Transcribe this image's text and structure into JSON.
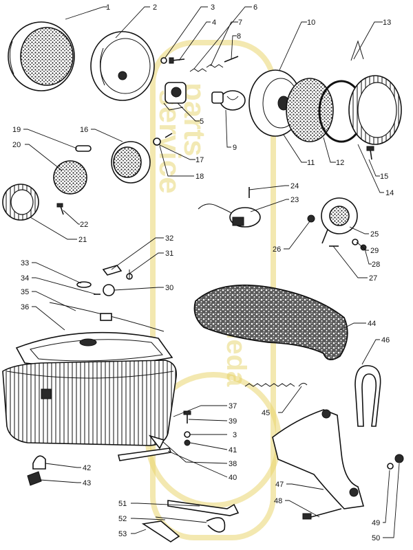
{
  "watermark": {
    "line1": "parts",
    "line2": "service",
    "line3": "Scheda"
  },
  "callouts": [
    {
      "id": "1",
      "label": "1"
    },
    {
      "id": "2",
      "label": "2"
    },
    {
      "id": "3a",
      "label": "3"
    },
    {
      "id": "4",
      "label": "4"
    },
    {
      "id": "5",
      "label": "5"
    },
    {
      "id": "6",
      "label": "6"
    },
    {
      "id": "7",
      "label": "7"
    },
    {
      "id": "8",
      "label": "8"
    },
    {
      "id": "9",
      "label": "9"
    },
    {
      "id": "10",
      "label": "10"
    },
    {
      "id": "11",
      "label": "11"
    },
    {
      "id": "12",
      "label": "12"
    },
    {
      "id": "13",
      "label": "13"
    },
    {
      "id": "14",
      "label": "14"
    },
    {
      "id": "15",
      "label": "15"
    },
    {
      "id": "16",
      "label": "16"
    },
    {
      "id": "17",
      "label": "17"
    },
    {
      "id": "18",
      "label": "18"
    },
    {
      "id": "19",
      "label": "19"
    },
    {
      "id": "20",
      "label": "20"
    },
    {
      "id": "21",
      "label": "21"
    },
    {
      "id": "22",
      "label": "22"
    },
    {
      "id": "23",
      "label": "23"
    },
    {
      "id": "24",
      "label": "24"
    },
    {
      "id": "25",
      "label": "25"
    },
    {
      "id": "26",
      "label": "26"
    },
    {
      "id": "27",
      "label": "27"
    },
    {
      "id": "28",
      "label": "28"
    },
    {
      "id": "29",
      "label": "29"
    },
    {
      "id": "30",
      "label": "30"
    },
    {
      "id": "31",
      "label": "31"
    },
    {
      "id": "32",
      "label": "32"
    },
    {
      "id": "33",
      "label": "33"
    },
    {
      "id": "34",
      "label": "34"
    },
    {
      "id": "35",
      "label": "35"
    },
    {
      "id": "36",
      "label": "36"
    },
    {
      "id": "37",
      "label": "37"
    },
    {
      "id": "38",
      "label": "38"
    },
    {
      "id": "39",
      "label": "39"
    },
    {
      "id": "3b",
      "label": "3"
    },
    {
      "id": "40",
      "label": "40"
    },
    {
      "id": "41",
      "label": "41"
    },
    {
      "id": "42",
      "label": "42"
    },
    {
      "id": "43",
      "label": "43"
    },
    {
      "id": "44",
      "label": "44"
    },
    {
      "id": "45",
      "label": "45"
    },
    {
      "id": "46",
      "label": "46"
    },
    {
      "id": "47",
      "label": "47"
    },
    {
      "id": "48",
      "label": "48"
    },
    {
      "id": "49",
      "label": "49"
    },
    {
      "id": "50",
      "label": "50"
    },
    {
      "id": "51",
      "label": "51"
    },
    {
      "id": "52",
      "label": "52"
    },
    {
      "id": "53",
      "label": "53"
    }
  ]
}
